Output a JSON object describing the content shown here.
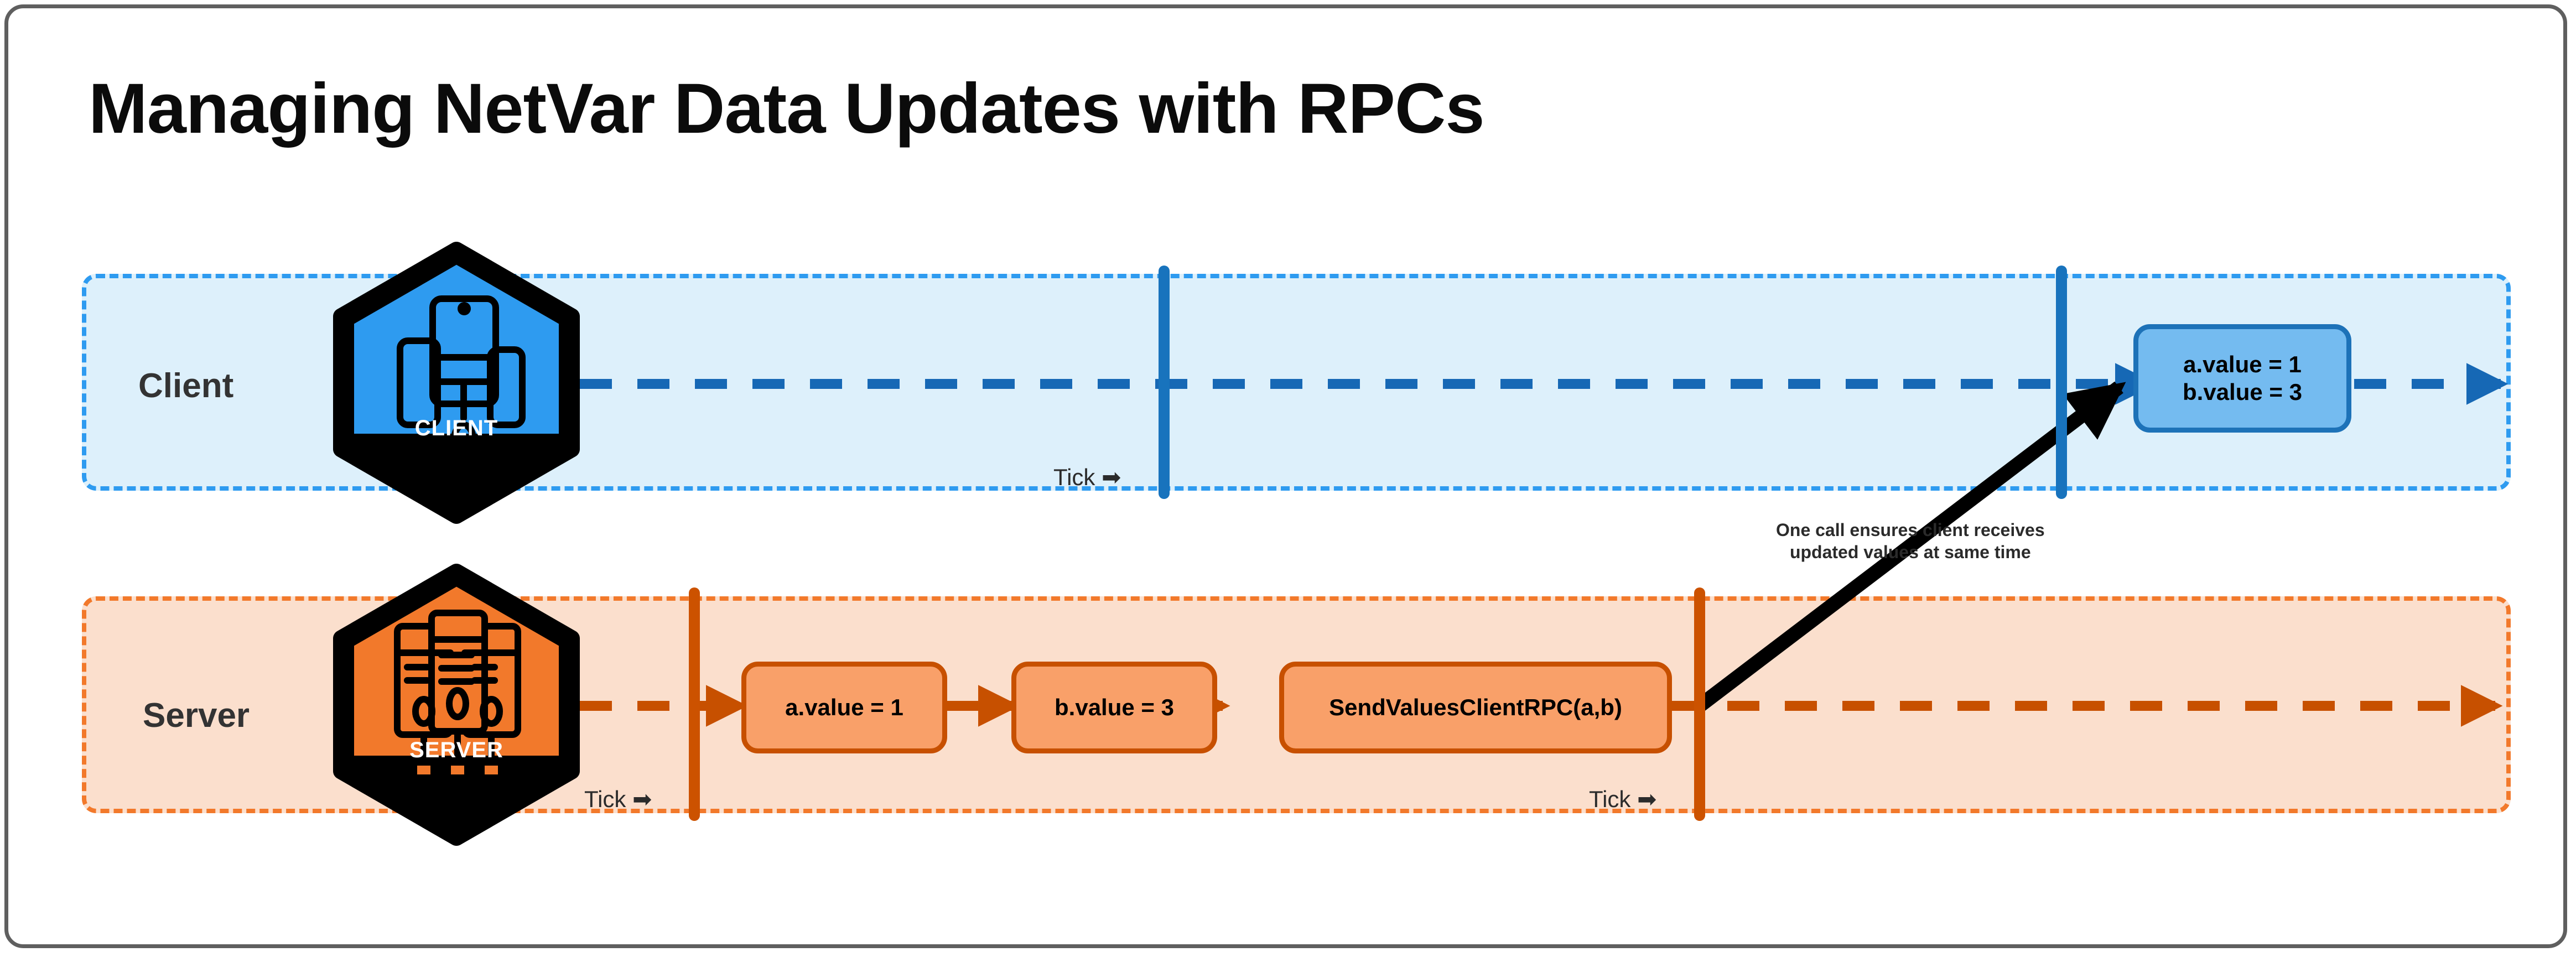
{
  "page": {
    "title": "Managing NetVar Data Updates with RPCs",
    "background": "#ffffff",
    "frame_color": "#5f5f5f"
  },
  "colors": {
    "client_lane_bg": "#ddf0fb",
    "client_lane_border": "#2e9bf0",
    "client_accent": "#1873bd",
    "client_box_fill": "#74bbf0",
    "client_box_border": "#1d72b8",
    "server_lane_bg": "#fbdfcd",
    "server_lane_border": "#f2792b",
    "server_accent": "#cc5200",
    "server_box_fill": "#f9a069",
    "server_box_border": "#c75000",
    "label_text": "#333333",
    "annotation_text": "#2b2b2b"
  },
  "lanes": [
    {
      "id": "client",
      "label": "Client",
      "badge": {
        "name": "client-badge",
        "caption": "CLIENT",
        "icon": "devices-icon"
      },
      "ticks": [
        {
          "label": "Tick ➡"
        },
        {
          "label": ""
        }
      ],
      "boxes": [
        {
          "lines": [
            "a.value = 1",
            "b.value = 3"
          ]
        }
      ]
    },
    {
      "id": "server",
      "label": "Server",
      "badge": {
        "name": "server-badge",
        "caption": "SERVER",
        "icon": "server-rack-icon"
      },
      "ticks": [
        {
          "label": "Tick ➡"
        },
        {
          "label": "Tick ➡"
        }
      ],
      "boxes": [
        {
          "lines": [
            "a.value = 1"
          ]
        },
        {
          "lines": [
            "b.value = 3"
          ]
        },
        {
          "lines": [
            "SendValuesClientRPC(a,b)"
          ]
        }
      ]
    }
  ],
  "annotation": {
    "line1": "One call ensures client receives",
    "line2": "updated values at same time"
  }
}
